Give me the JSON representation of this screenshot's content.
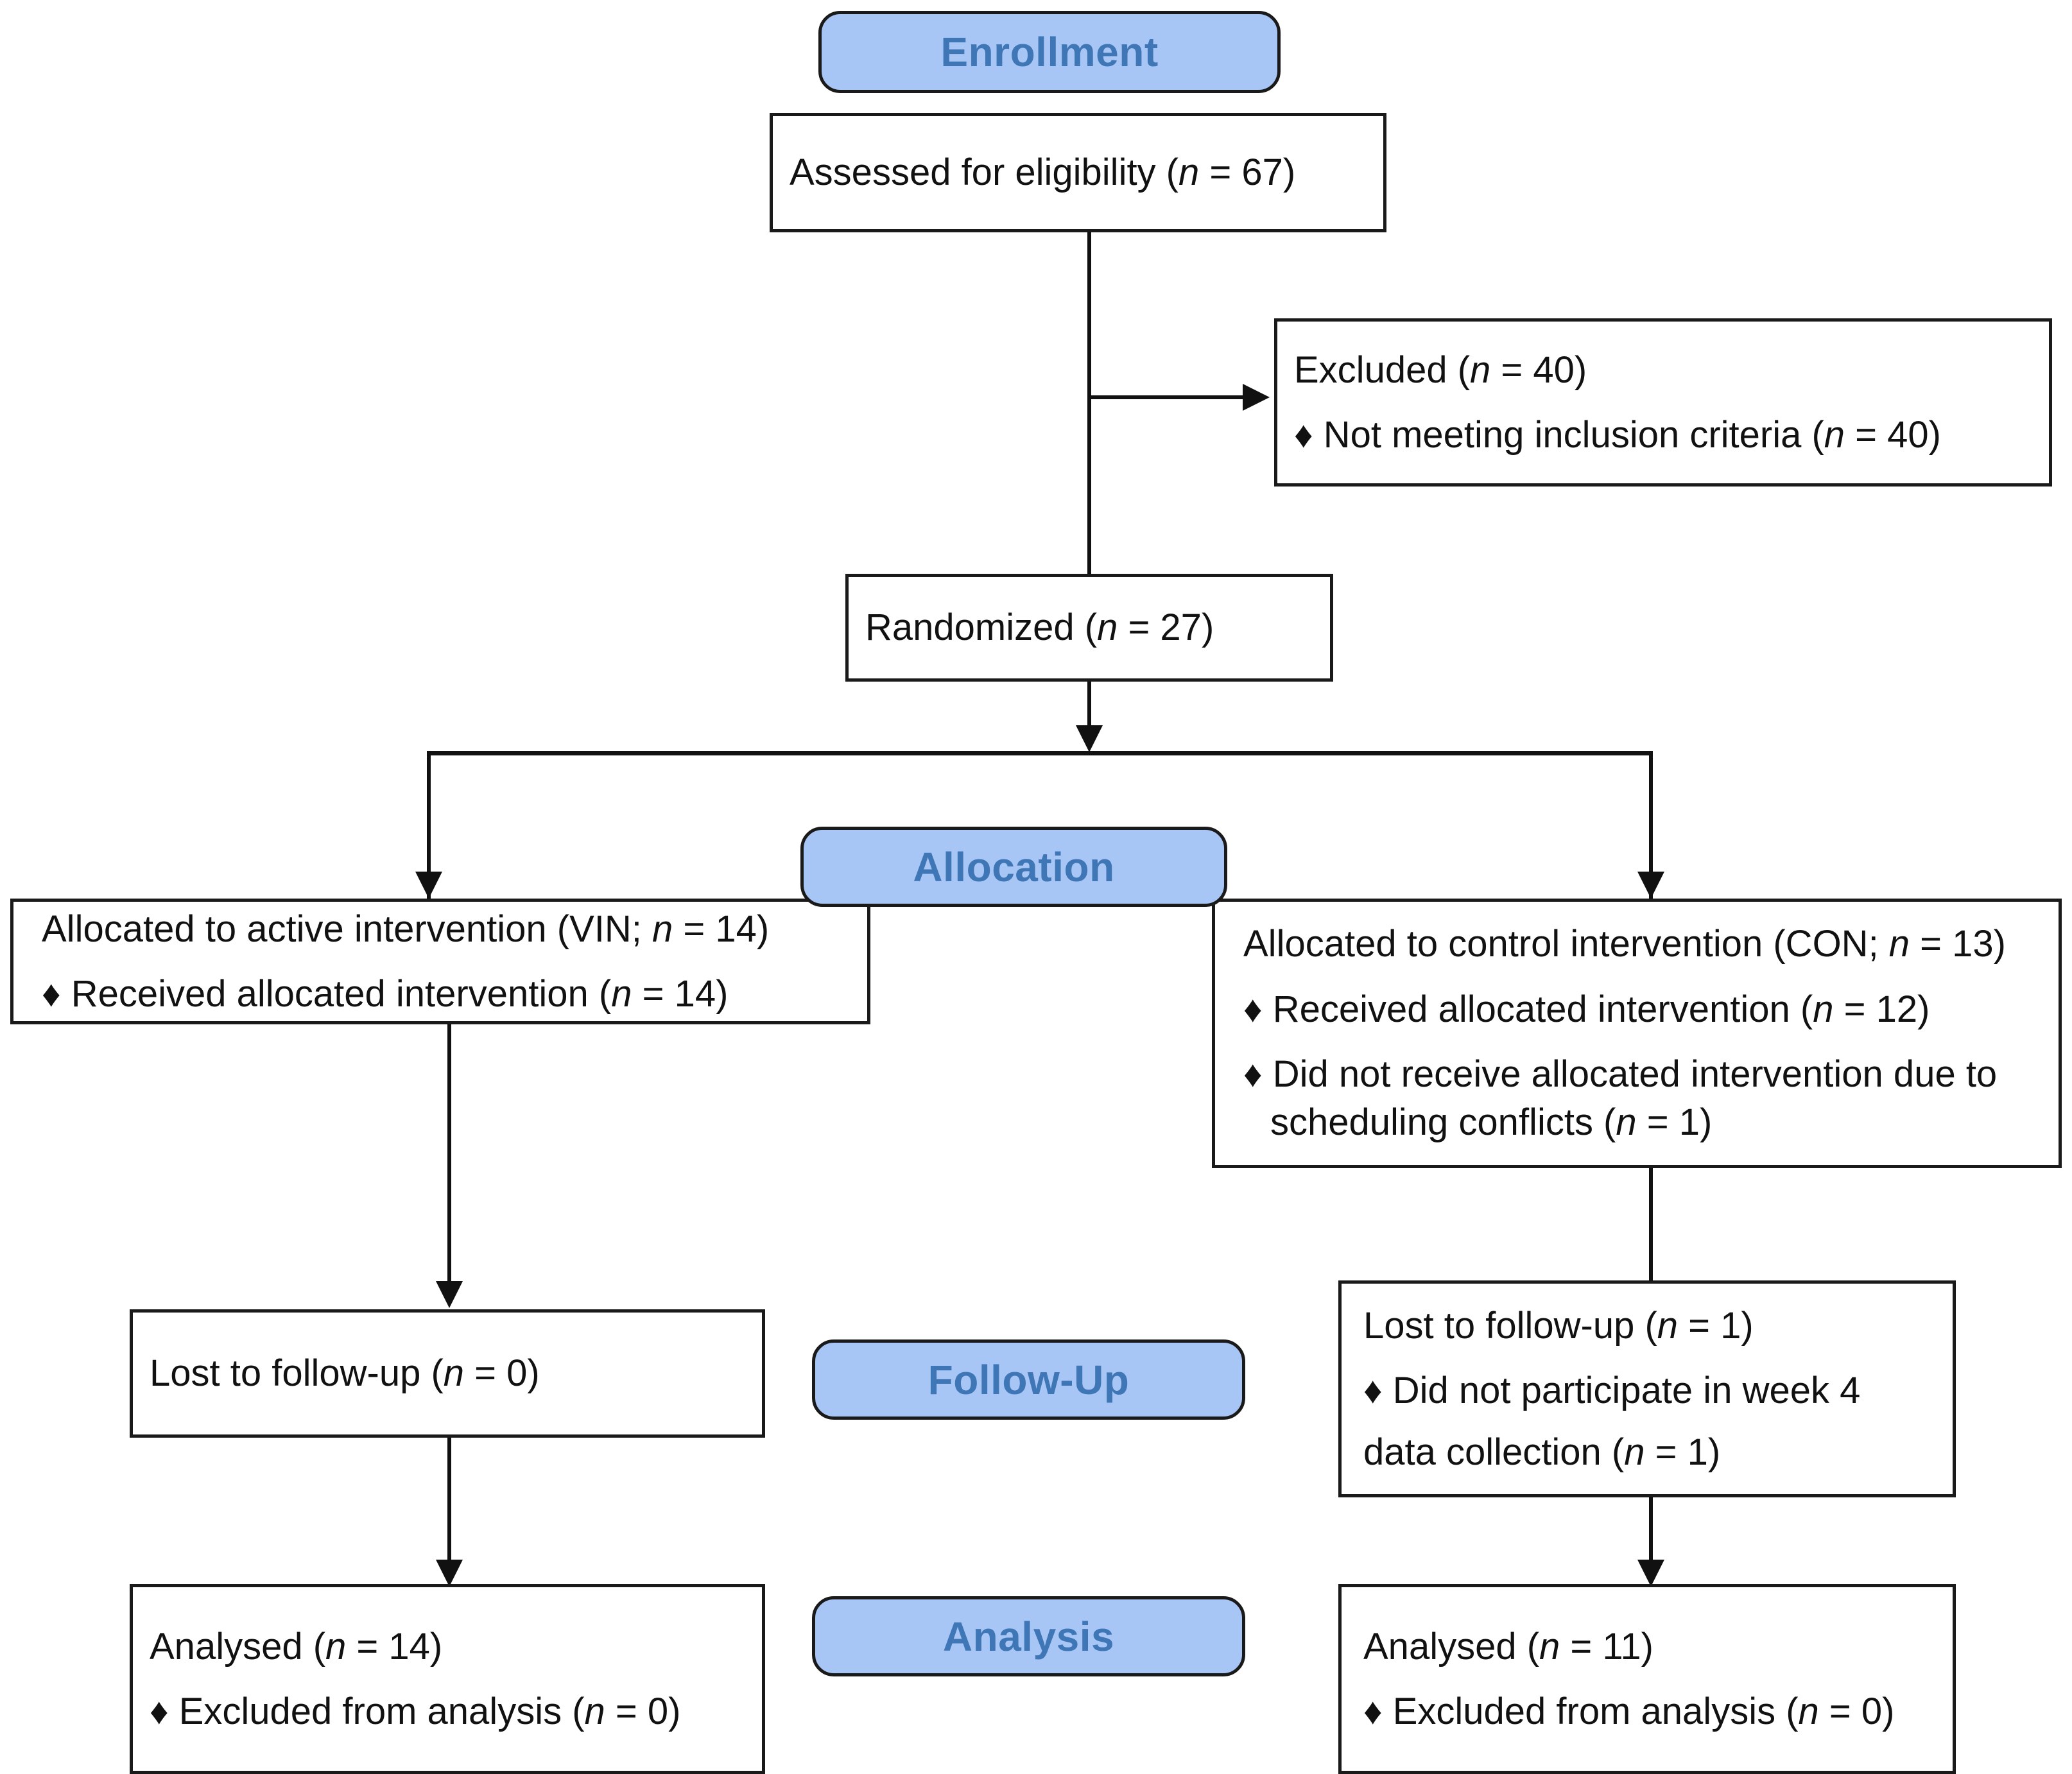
{
  "figure": {
    "type": "consort-flow-diagram",
    "accent_blue": "#a8c6f5",
    "accent_blue_text": "#3f76b5",
    "line_color": "#111111"
  },
  "stages": {
    "enrollment": "Enrollment",
    "allocation": "Allocation",
    "followup": "Follow-Up",
    "analysis": "Analysis"
  },
  "nodes": {
    "assessed": {
      "line1": "Assessed for eligibility (",
      "n_italic": "n",
      "line1_end": " = 67)"
    },
    "excluded": {
      "title_pre": "Excluded (",
      "title_n": "n",
      "title_post": " = 40)",
      "bullet1_pre": "♦  Not meeting inclusion criteria (",
      "bullet1_n": "n",
      "bullet1_post": " = 40)"
    },
    "randomized": {
      "pre": "Randomized (",
      "n": "n",
      "post": " = 27)"
    },
    "alloc_left": {
      "title_pre": "Allocated to active intervention (VIN; ",
      "title_n": "n",
      "title_post": " = 14)",
      "bullet1_pre": "♦ Received allocated intervention (",
      "bullet1_n": "n",
      "bullet1_post": " = 14)"
    },
    "alloc_right": {
      "title_pre": "Allocated to control intervention (CON; ",
      "title_n": "n",
      "title_post": " = 13)",
      "bullet1_pre": "♦ Received allocated intervention (",
      "bullet1_n": "n",
      "bullet1_post": " = 12)",
      "bullet2_pre": "♦ Did not receive allocated intervention due to scheduling conflicts (",
      "bullet2_n": "n",
      "bullet2_post": " = 1)"
    },
    "followup_left": {
      "title_pre": "Lost to follow-up (",
      "title_n": "n",
      "title_post": " = 0)"
    },
    "followup_right": {
      "title_pre": "Lost to follow-up (",
      "title_n": "n",
      "title_post": " = 1)",
      "bullet1_pre": "♦ Did not participate in week 4",
      "bullet1_cont_pre": "data collection (",
      "bullet1_n": "n",
      "bullet1_post": " = 1)"
    },
    "analysis_left": {
      "title_pre": "Analysed (",
      "title_n": "n",
      "title_post": " = 14)",
      "bullet1_pre": "♦ Excluded from analysis (",
      "bullet1_n": "n",
      "bullet1_post": " = 0)"
    },
    "analysis_right": {
      "title_pre": "Analysed (",
      "title_n": "n",
      "title_post": " = 11)",
      "bullet1_pre": "♦ Excluded from analysis (",
      "bullet1_n": "n",
      "bullet1_post": " = 0)"
    }
  },
  "chart_data": {
    "type": "table",
    "title": "CONSORT participant flow",
    "counts": {
      "assessed_for_eligibility": 67,
      "excluded_total": 40,
      "excluded_not_meeting_inclusion_criteria": 40,
      "randomized": 27,
      "allocated_active_VIN": 14,
      "received_allocated_VIN": 14,
      "allocated_control_CON": 13,
      "received_allocated_CON": 12,
      "did_not_receive_allocated_CON": 1,
      "lost_to_followup_VIN": 0,
      "lost_to_followup_CON": 1,
      "analysed_VIN": 14,
      "analysed_CON": 11,
      "excluded_from_analysis_VIN": 0,
      "excluded_from_analysis_CON": 0
    }
  }
}
